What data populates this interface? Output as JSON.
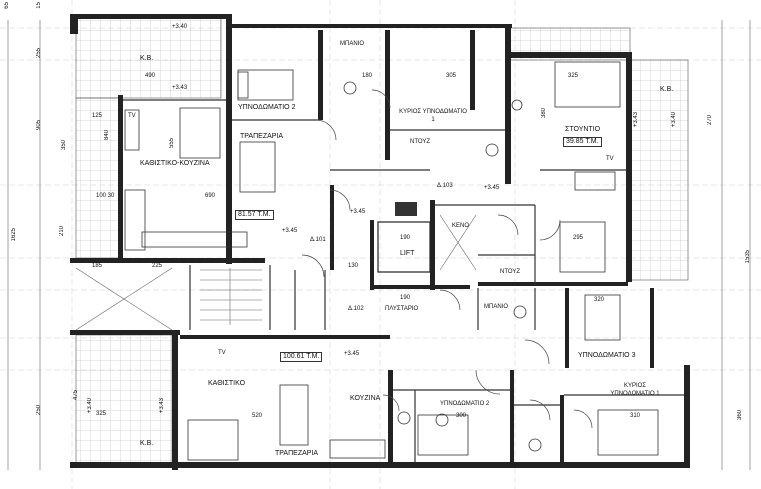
{
  "rooms": {
    "kb_top_left": "K.B.",
    "kb_bottom_left": "K.B.",
    "kb_right": "K.B.",
    "bedroom2_top": "ΥΠΝΟΔΩΜΑΤΙΟ 2",
    "bathroom_top": "ΜΠΑΝΙΟ",
    "master_bedroom1_top": "ΚΥΡΙΟΣ ΥΠΝΟΔΩΜΑΤΙΟ 1",
    "dining_top": "ΤΡΑΠΕΖΑΡΙΑ",
    "living_kitchen_top": "ΚΑΘΙΣΤΙΚΟ-ΚΟΥΖΙΝΑ",
    "shower_top": "ΝΤΟΥΖ",
    "studio": "ΣΤΟΥΝΤΙΟ",
    "studio_area": "39.85 T.M.",
    "void": "KENO",
    "lift": "LIFT",
    "shower_mid": "ΝΤΟΥΖ",
    "area_top_apt": "81.57 T.M.",
    "laundry": "ΠΛΥΣΤΑΡΙΟ",
    "bathroom_mid": "ΜΠΑΝΙΟ",
    "bedroom3": "ΥΠΝΟΔΩΜΑΤΙΟ 3",
    "area_bottom_apt": "100.61 T.M.",
    "living_bottom": "ΚΑΘΙΣΤΙΚΟ",
    "kitchen_bottom": "ΚΟΥΖΙΝΑ",
    "bedroom2_bottom": "ΥΠΝΟΔΩΜΑΤΙΟ 2",
    "master_bedroom1_bottom": "ΚΥΡΙΟΣ ΥΠΝΟΔΩΜΑΤΙΟ 1",
    "dining_bottom": "ΤΡΑΠΕΖΑΡΙΑ"
  },
  "markers": {
    "d101": "Δ.101",
    "d102": "Δ.102",
    "d103": "Δ.103",
    "tv": "TV",
    "lvl_340": "+3.40",
    "lvl_343": "+3.43",
    "lvl_345": "+3.45"
  },
  "dims_top": [
    "65",
    "15",
    "255",
    "15",
    "905",
    "350",
    "490"
  ],
  "dims_misc": {
    "d490": "490",
    "d125": "125",
    "d840": "840",
    "d555": "555",
    "d690": "690",
    "d100_30": "100 30",
    "d210": "210",
    "d185": "185",
    "d225": "225",
    "d130": "130",
    "d190": "190",
    "d295": "295",
    "d305": "305",
    "d180": "180",
    "d325": "325",
    "d380": "380",
    "d320": "320",
    "d520": "520",
    "d300": "300",
    "d310": "310",
    "d475": "475",
    "d250": "250",
    "d360": "360",
    "d270": "270",
    "d1625": "1625",
    "d1535": "1535"
  }
}
